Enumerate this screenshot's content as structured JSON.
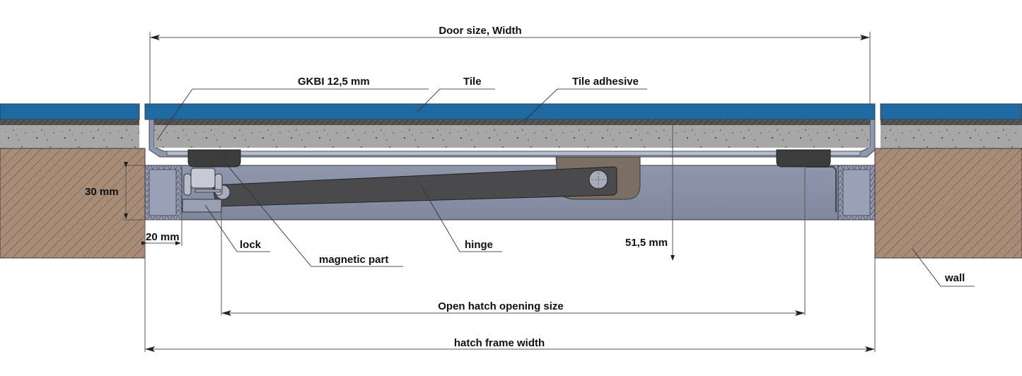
{
  "diagram": {
    "title": "Hatch cross-section (tiled access door)",
    "colors": {
      "tile": "#1f69a3",
      "adhesive": "#555555",
      "board": "#a7a7a7",
      "wall": "#a88c78",
      "frame": "#8a92a8",
      "hinge": "#4a4a4c",
      "magnet": "#3c3c3c",
      "bracket": "#7a6e65"
    },
    "dimensions": {
      "door_width": "Door size, Width",
      "depth_30": "30 mm",
      "gap_20": "20 mm",
      "depth_51": "51,5 mm",
      "opening": "Open hatch opening size",
      "frame_width": "hatch frame width"
    },
    "labels": {
      "gkbi": "GKBI 12,5 mm",
      "tile": "Tile",
      "tile_adhesive": "Tile adhesive",
      "lock": "lock",
      "magnetic_part": "magnetic part",
      "hinge": "hinge",
      "wall": "wall"
    }
  }
}
